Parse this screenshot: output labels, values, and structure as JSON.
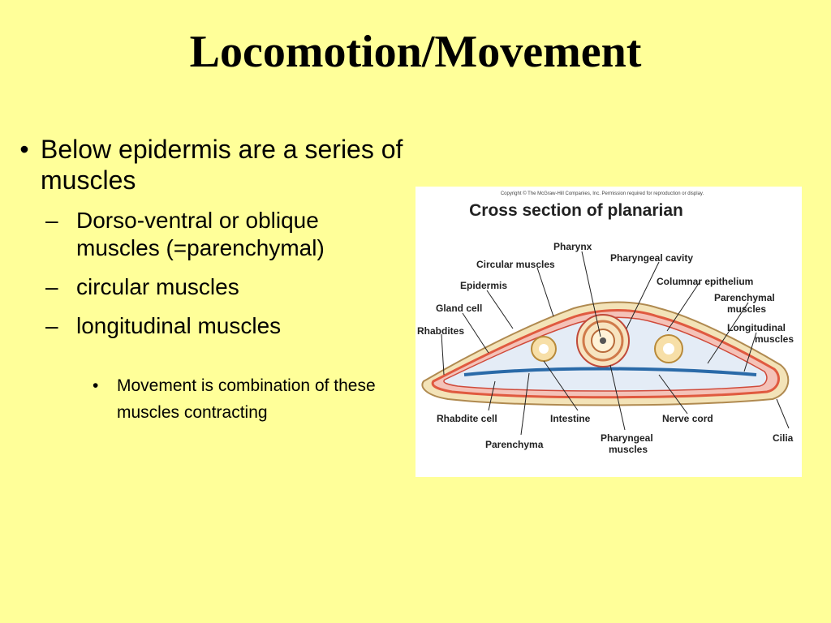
{
  "title": "Locomotion/Movement",
  "bullets": {
    "main": "Below epidermis are a series of muscles",
    "sub1": "Dorso-ventral or oblique muscles (=parenchymal)",
    "sub2": "circular muscles",
    "sub3": "longitudinal muscles",
    "note": "Movement is combination of these muscles contracting"
  },
  "markers": {
    "bullet": "•",
    "dash": "–"
  },
  "figure": {
    "copyright": "Copyright © The McGraw-Hill Companies, Inc. Permission required for reproduction or display.",
    "title": "Cross section of planarian",
    "labels": {
      "pharynx": "Pharynx",
      "pharyngeal_cavity": "Pharyngeal cavity",
      "circular_muscles": "Circular muscles",
      "epidermis": "Epidermis",
      "columnar_epithelium": "Columnar epithelium",
      "gland_cell": "Gland cell",
      "parenchymal_muscles_1": "Parenchymal",
      "parenchymal_muscles_2": "muscles",
      "rhabdites": "Rhabdites",
      "longitudinal_muscles_1": "Longitudinal",
      "longitudinal_muscles_2": "muscles",
      "rhabdite_cell": "Rhabdite cell",
      "intestine": "Intestine",
      "nerve_cord": "Nerve cord",
      "cilia": "Cilia",
      "parenchyma": "Parenchyma",
      "pharyngeal_muscles_1": "Pharyngeal",
      "pharyngeal_muscles_2": "muscles"
    }
  }
}
